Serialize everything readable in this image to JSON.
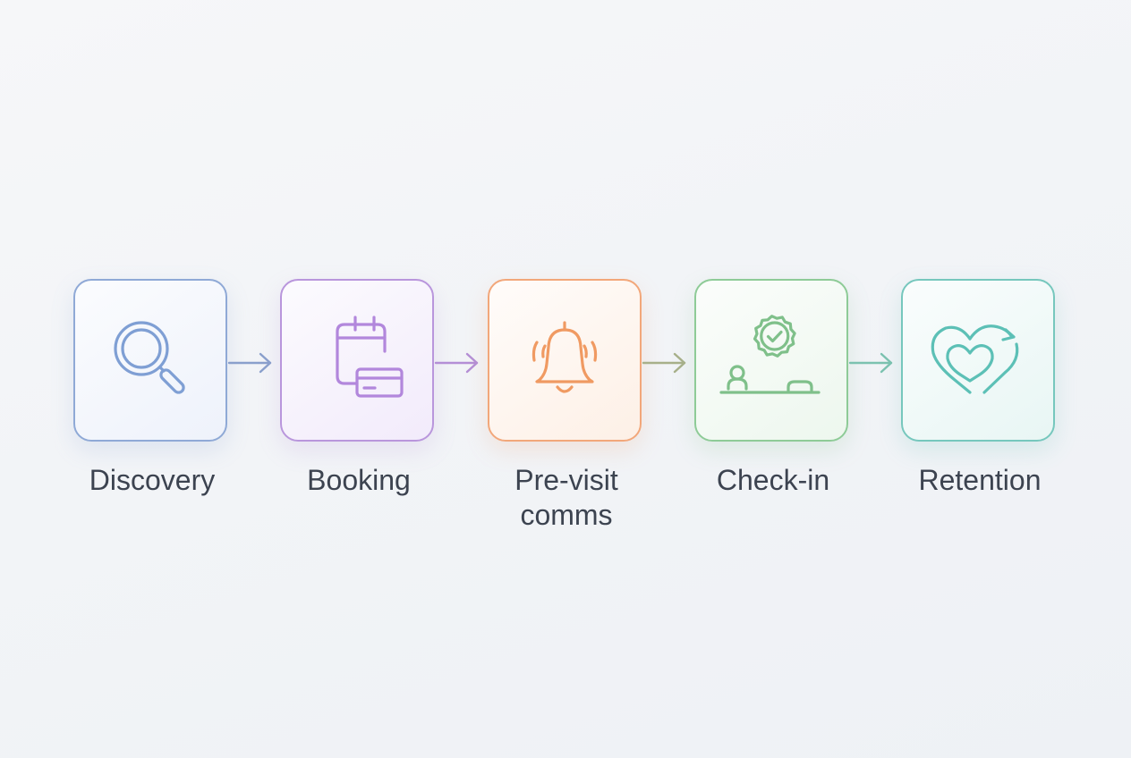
{
  "steps": [
    {
      "label": "Discovery",
      "icon": "magnifier-icon",
      "color": "#7f9fd4"
    },
    {
      "label": "Booking",
      "icon": "calendar-card-icon",
      "color": "#b287dc"
    },
    {
      "label": "Pre-visit\ncomms",
      "icon": "ringing-bell-icon",
      "color": "#f09a62"
    },
    {
      "label": "Check-in",
      "icon": "badge-desk-icon",
      "color": "#7fc08a"
    },
    {
      "label": "Retention",
      "icon": "heart-cycle-icon",
      "color": "#5cc0b6"
    }
  ],
  "colors": {
    "text": "#3c4350",
    "arrow_1": "#8aa0cc",
    "arrow_2": "#b48fd6",
    "arrow_3": "#a8b08a",
    "arrow_4": "#7cc2b0"
  }
}
